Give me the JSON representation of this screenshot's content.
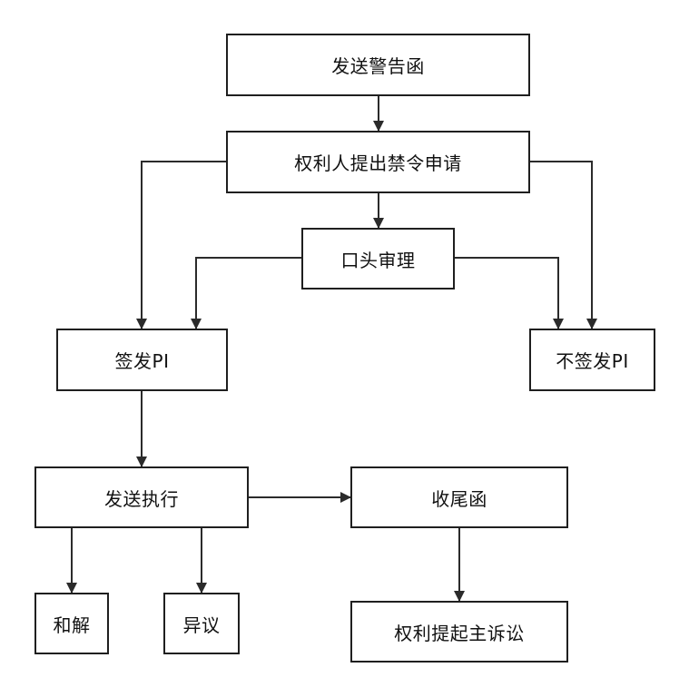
{
  "diagram": {
    "nodes": {
      "warning": "发送警告函",
      "apply": "权利人提出禁令申请",
      "hearing": "口头审理",
      "issue": "签发PI",
      "noissue": "不签发PI",
      "execute": "发送执行",
      "closing": "收尾函",
      "settle": "和解",
      "objection": "异议",
      "lawsuit": "权利提起主诉讼"
    },
    "edges": [
      {
        "from": "warning",
        "to": "apply"
      },
      {
        "from": "apply",
        "to": "hearing"
      },
      {
        "from": "apply",
        "to": "issue"
      },
      {
        "from": "apply",
        "to": "noissue"
      },
      {
        "from": "hearing",
        "to": "issue"
      },
      {
        "from": "hearing",
        "to": "noissue"
      },
      {
        "from": "issue",
        "to": "execute"
      },
      {
        "from": "execute",
        "to": "closing"
      },
      {
        "from": "execute",
        "to": "settle"
      },
      {
        "from": "execute",
        "to": "objection"
      },
      {
        "from": "closing",
        "to": "lawsuit"
      }
    ],
    "colors": {
      "line": "#2b2b2b",
      "box_border": "#1f1f1f",
      "text": "#111111"
    }
  }
}
